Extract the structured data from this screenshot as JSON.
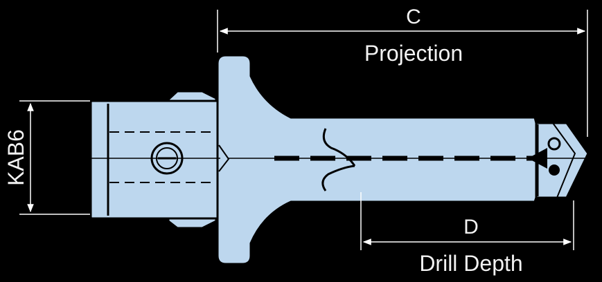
{
  "diagram": {
    "labels": {
      "projection_letter": "C",
      "projection_text": "Projection",
      "drill_depth_letter": "D",
      "drill_depth_text": "Drill Depth",
      "shank_label": "KAB6"
    },
    "colors": {
      "background": "#000000",
      "body_fill": "#bdd7ee",
      "outline": "#000000",
      "dimension_lines": "#ffffff",
      "label_text": "#f2f2f2"
    }
  }
}
